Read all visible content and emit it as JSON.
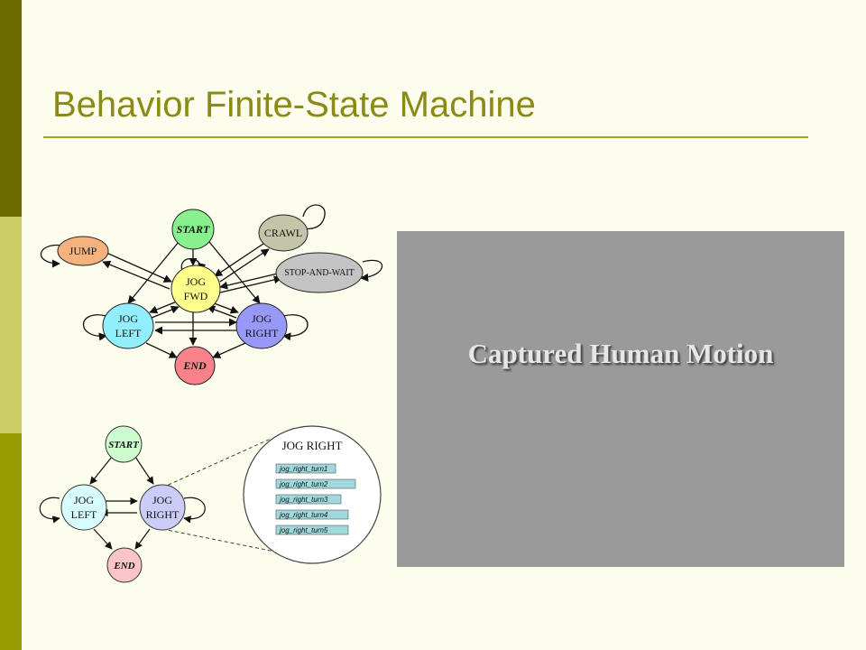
{
  "slide": {
    "title": "Behavior Finite-State Machine"
  },
  "diagram_top": {
    "states": {
      "start": "START",
      "crawl": "CRAWL",
      "jump": "JUMP",
      "stop_and_wait": "STOP-AND-WAIT",
      "jog_fwd": [
        "JOG",
        "FWD"
      ],
      "jog_left": [
        "JOG",
        "LEFT"
      ],
      "jog_right": [
        "JOG",
        "RIGHT"
      ],
      "end": "END"
    },
    "colors": {
      "start": "#88f08c",
      "crawl": "#c4c4a8",
      "jump": "#f6b27c",
      "stop_and_wait": "#c4c4c4",
      "jog_fwd": "#fefe8c",
      "jog_left": "#92eefc",
      "jog_right": "#9898f8",
      "end": "#f8828a"
    }
  },
  "diagram_bottom": {
    "states": {
      "start": "START",
      "jog_left": [
        "JOG",
        "LEFT"
      ],
      "jog_right": [
        "JOG",
        "RIGHT"
      ],
      "end": "END"
    },
    "colors": {
      "start": "#cdfcce",
      "jog_left": "#d8fcfe",
      "jog_right": "#ccccf8",
      "end": "#fbc4c8"
    },
    "detail": {
      "title": "JOG RIGHT",
      "clips": [
        "jog_right_turn1",
        "jog_right_turn2",
        "jog_right_turn3",
        "jog_right_turn4",
        "jog_right_turn5"
      ]
    }
  },
  "video": {
    "caption": "Captured Human Motion"
  }
}
